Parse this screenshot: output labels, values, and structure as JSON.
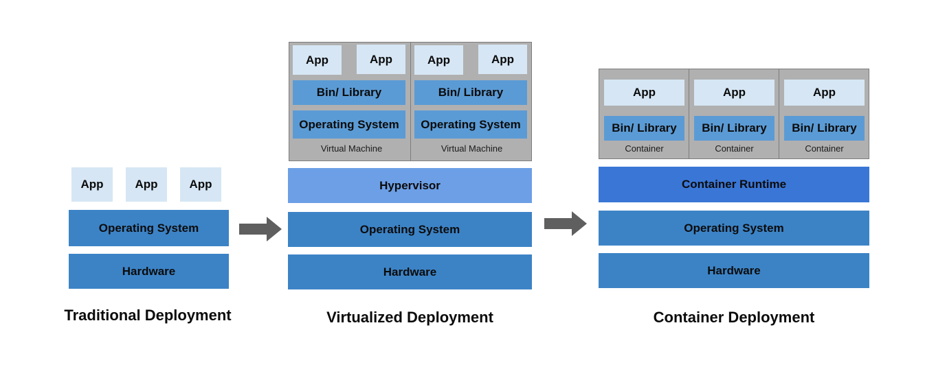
{
  "traditional": {
    "apps": [
      "App",
      "App",
      "App"
    ],
    "os": "Operating System",
    "hardware": "Hardware",
    "title": "Traditional Deployment"
  },
  "virtualized": {
    "vms": [
      {
        "apps": [
          "App",
          "App"
        ],
        "lib": "Bin/ Library",
        "os": "Operating System",
        "caption": "Virtual Machine"
      },
      {
        "apps": [
          "App",
          "App"
        ],
        "lib": "Bin/ Library",
        "os": "Operating System",
        "caption": "Virtual Machine"
      }
    ],
    "hypervisor": "Hypervisor",
    "os": "Operating System",
    "hardware": "Hardware",
    "title": "Virtualized Deployment"
  },
  "container": {
    "containers": [
      {
        "app": "App",
        "lib": "Bin/ Library",
        "caption": "Container"
      },
      {
        "app": "App",
        "lib": "Bin/ Library",
        "caption": "Container"
      },
      {
        "app": "App",
        "lib": "Bin/ Library",
        "caption": "Container"
      }
    ],
    "runtime": "Container Runtime",
    "os": "Operating System",
    "hardware": "Hardware",
    "title": "Container Deployment"
  },
  "colors": {
    "app_fill": "#d6e6f4",
    "lib_fill": "#5b9bd5",
    "os_hw_fill": "#3c83c6",
    "hypervisor_fill": "#6c9fe6",
    "runtime_fill": "#3a76d6",
    "panel_fill": "#b0b0b0",
    "arrow_fill": "#5f5f5f"
  },
  "icons": [
    "arrow-right-icon",
    "arrow-right-icon"
  ]
}
